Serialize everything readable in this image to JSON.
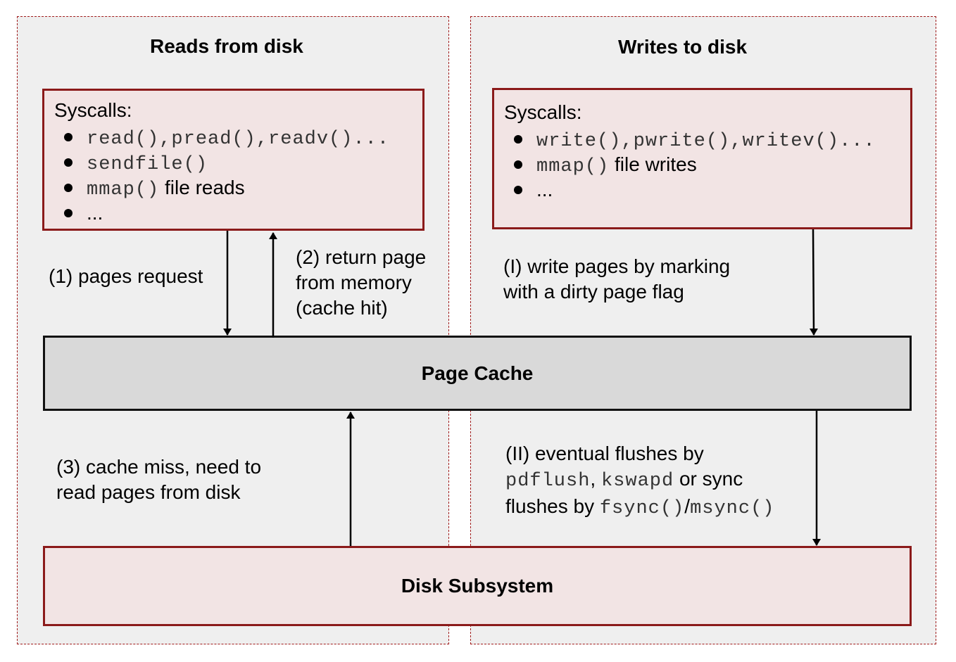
{
  "reads": {
    "title": "Reads from disk",
    "syscalls_heading": "Syscalls:",
    "items": [
      {
        "code": "read(),pread(),readv()...",
        "text": ""
      },
      {
        "code": "sendfile()",
        "text": ""
      },
      {
        "code": "mmap()",
        "text": " file reads"
      },
      {
        "code": "",
        "text": "..."
      }
    ],
    "request_label": "(1) pages request",
    "return_label": [
      "(2) return page",
      "from memory",
      "(cache hit)"
    ],
    "miss_label": [
      "(3) cache miss, need to",
      "read pages from disk"
    ]
  },
  "writes": {
    "title": "Writes to disk",
    "syscalls_heading": "Syscalls:",
    "items": [
      {
        "code": "write(),pwrite(),writev()...",
        "text": ""
      },
      {
        "code": "mmap()",
        "text": " file writes"
      },
      {
        "code": "",
        "text": "..."
      }
    ],
    "write_label": [
      "(I) write pages by marking",
      "with a dirty page flag"
    ],
    "flush_label": {
      "line1": "(II) eventual flushes by",
      "pdflush": "pdflush",
      "comma": ", ",
      "kswapd": "kswapd",
      "or_sync": " or sync",
      "flushes_by": "flushes by ",
      "fsync": "fsync()",
      "slash": "/",
      "msync": "msync()"
    }
  },
  "page_cache": "Page Cache",
  "disk_subsystem": "Disk Subsystem",
  "colors": {
    "region_bg": "#efefef",
    "region_border": "#a01c1c",
    "box_bg": "#f2e4e4",
    "box_border": "#8b1a1a",
    "cache_bg": "#d9d9d9"
  }
}
